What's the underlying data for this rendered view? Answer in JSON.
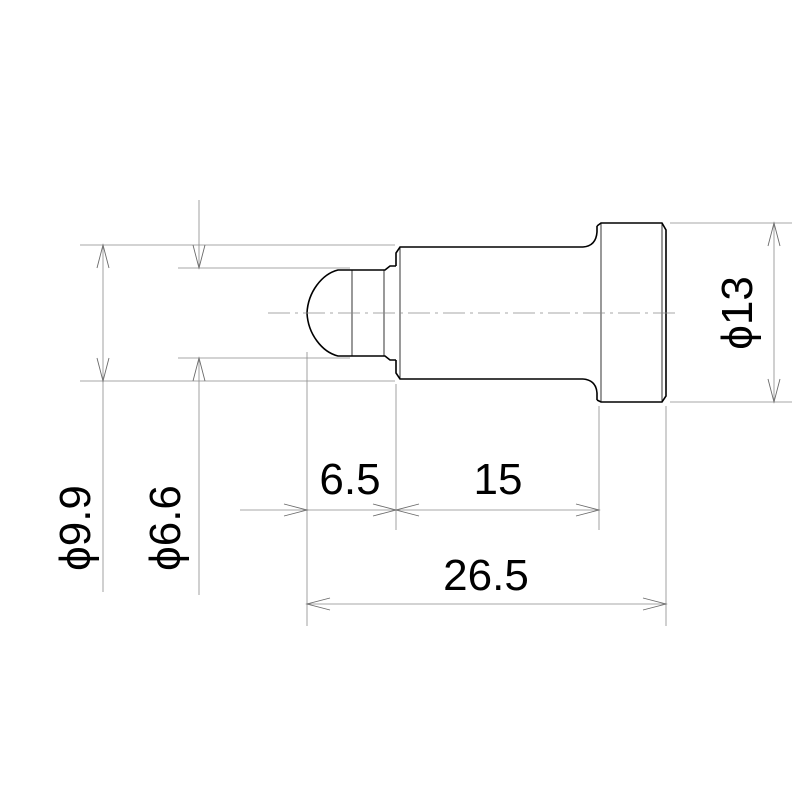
{
  "dimensions": {
    "dia_9_9": "ϕ9.9",
    "dia_6_6": "ϕ6.6",
    "dia_13": "ϕ13",
    "len_6_5": "6.5",
    "len_15": "15",
    "len_26_5": "26.5"
  },
  "colors": {
    "outline": "#000000",
    "dimension_line": "#8a8a8a"
  }
}
